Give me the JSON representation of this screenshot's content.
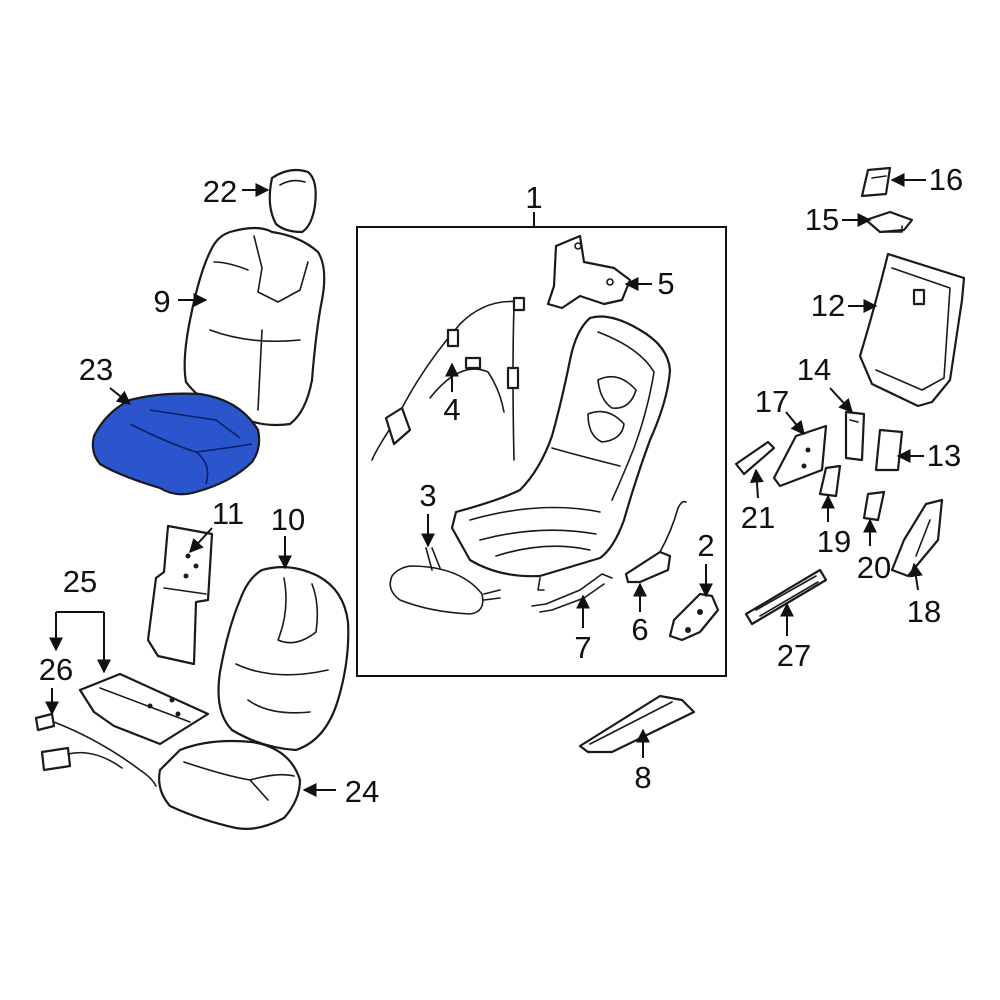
{
  "diagram": {
    "highlight_color": "#2b55cc",
    "highlighted_part": "23",
    "callouts": {
      "p1": "1",
      "p2": "2",
      "p3": "3",
      "p4": "4",
      "p5": "5",
      "p6": "6",
      "p7": "7",
      "p8": "8",
      "p9": "9",
      "p10": "10",
      "p11": "11",
      "p12": "12",
      "p13": "13",
      "p14": "14",
      "p15": "15",
      "p16": "16",
      "p17": "17",
      "p18": "18",
      "p19": "19",
      "p20": "20",
      "p21": "21",
      "p22": "22",
      "p23": "23",
      "p24": "24",
      "p25": "25",
      "p26": "26",
      "p27": "27"
    }
  }
}
